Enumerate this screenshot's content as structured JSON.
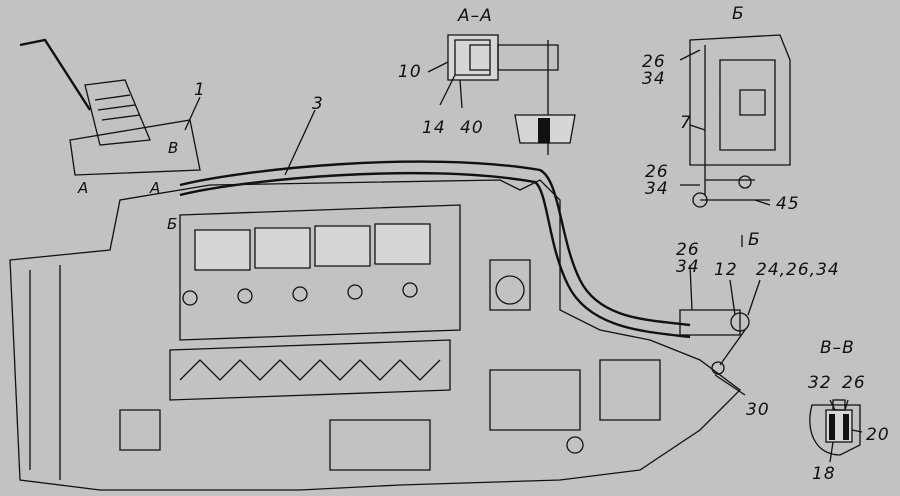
{
  "diagram": {
    "section_labels": {
      "aa": "А–А",
      "b_top": "Б",
      "b_mid": "Б",
      "vv": "В–В"
    },
    "main_view_markers": {
      "v": "В",
      "a_left": "А",
      "a_mid": "А",
      "b": "Б"
    },
    "callouts": {
      "c1": "1",
      "c3": "3",
      "c10": "10",
      "c14": "14",
      "c40": "40",
      "c26_34_top": "26\n34",
      "c7": "7",
      "c26_34_mid": "26\n34",
      "c45": "45",
      "c26_34_low": "26\n34",
      "c12": "12",
      "c24_26_34": "24,26,34",
      "c30": "30",
      "c32": "32",
      "c26": "26",
      "c20": "20",
      "c18": "18"
    }
  }
}
